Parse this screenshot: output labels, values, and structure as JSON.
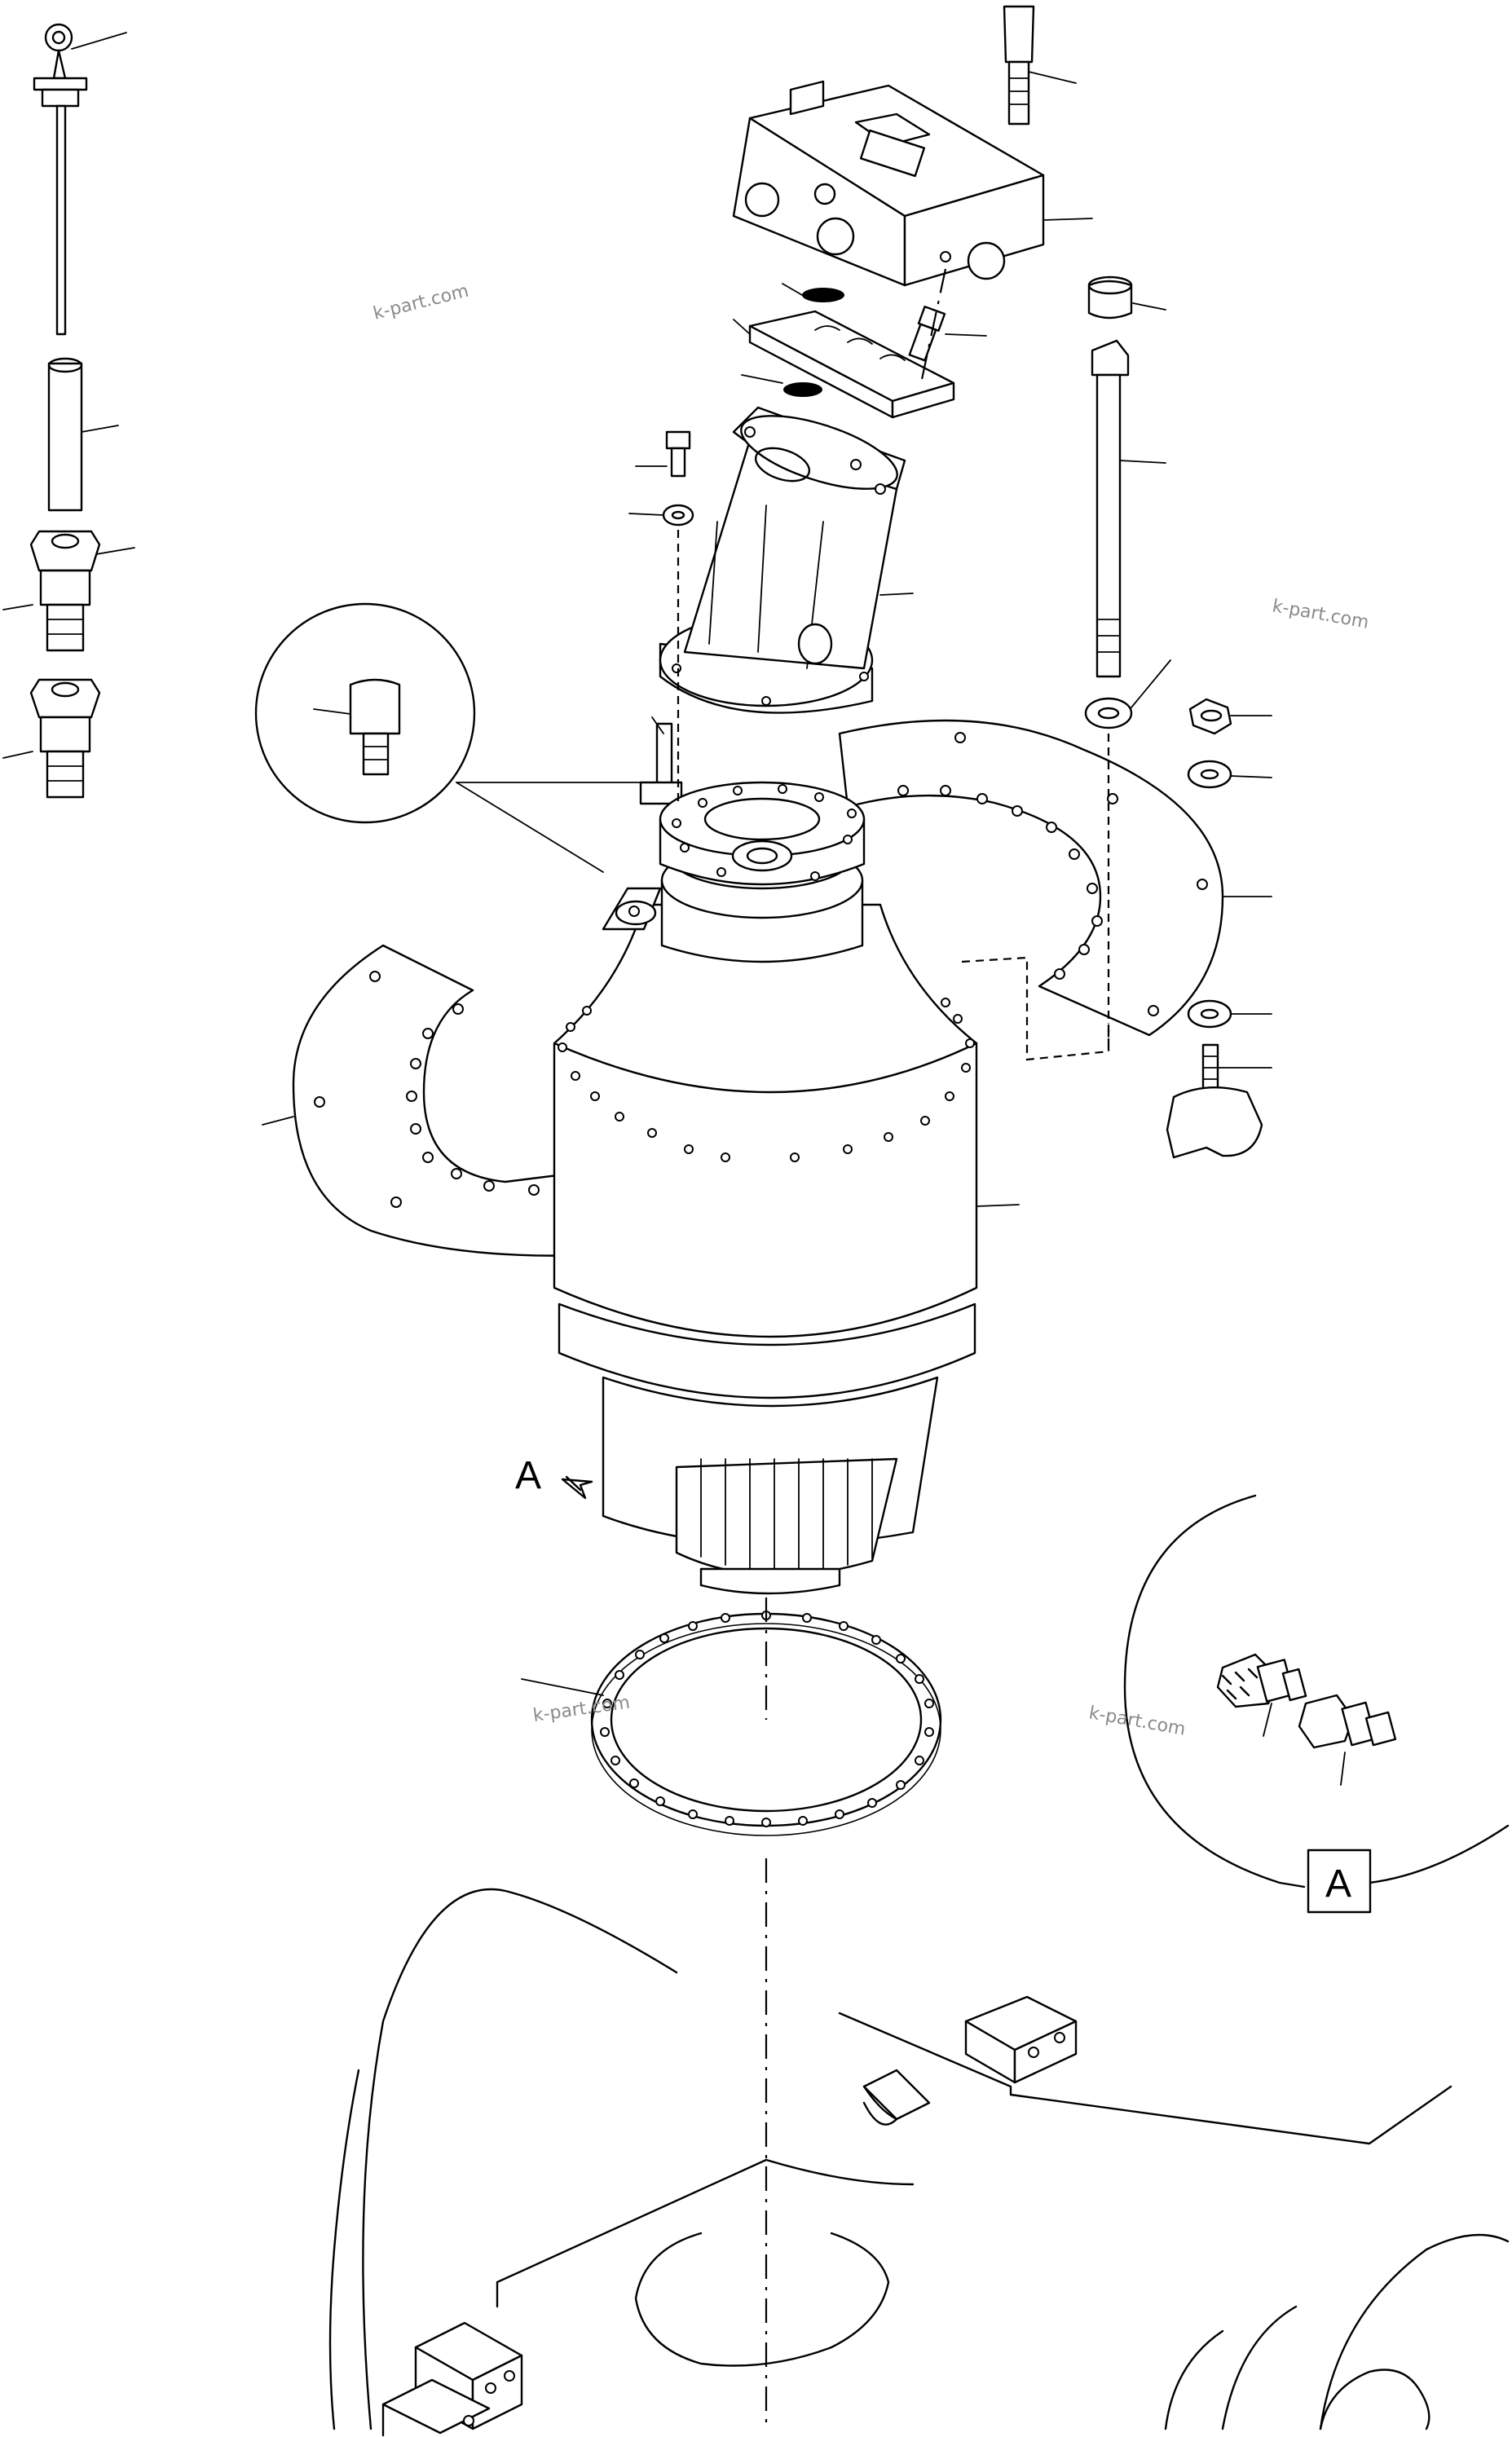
{
  "watermark": "k-part.com",
  "detail_label": "A",
  "detail_box_label": "A"
}
